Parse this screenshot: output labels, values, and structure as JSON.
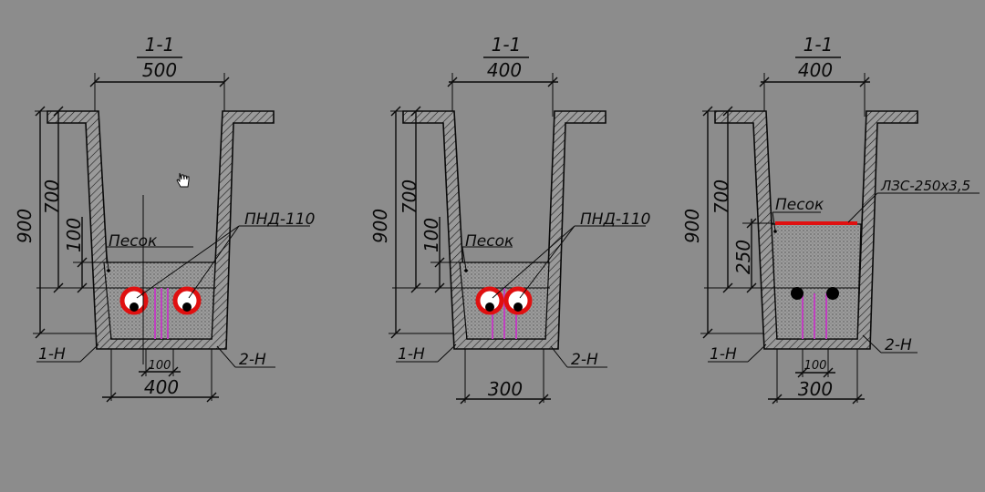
{
  "sections": [
    {
      "title": "1-1",
      "top_width": "500",
      "dim_900": "900",
      "dim_700": "700",
      "dim_100": "100",
      "layer_label": "Песок",
      "pipe_label": "ПНД-110",
      "mark_left": "1-Н",
      "mark_right": "2-Н",
      "pipe_spacing": "100",
      "bottom_width": "400"
    },
    {
      "title": "1-1",
      "top_width": "400",
      "dim_900": "900",
      "dim_700": "700",
      "dim_100": "100",
      "layer_label": "Песок",
      "pipe_label": "ПНД-110",
      "mark_left": "1-Н",
      "mark_right": "2-Н",
      "bottom_width": "300"
    },
    {
      "title": "1-1",
      "top_width": "400",
      "dim_900": "900",
      "dim_700": "700",
      "dim_250": "250",
      "layer_label": "Песок",
      "tape_label": "ЛЗС-250х3,5",
      "mark_left": "1-Н",
      "mark_right": "2-Н",
      "pipe_spacing": "100",
      "bottom_width": "300"
    }
  ],
  "colors": {
    "background": "#8c8c8c",
    "pipe_ring": "#e01010",
    "warning_tape": "#e01010",
    "cable": "#c040c0"
  },
  "cursor_icon": "hand-cursor-icon"
}
